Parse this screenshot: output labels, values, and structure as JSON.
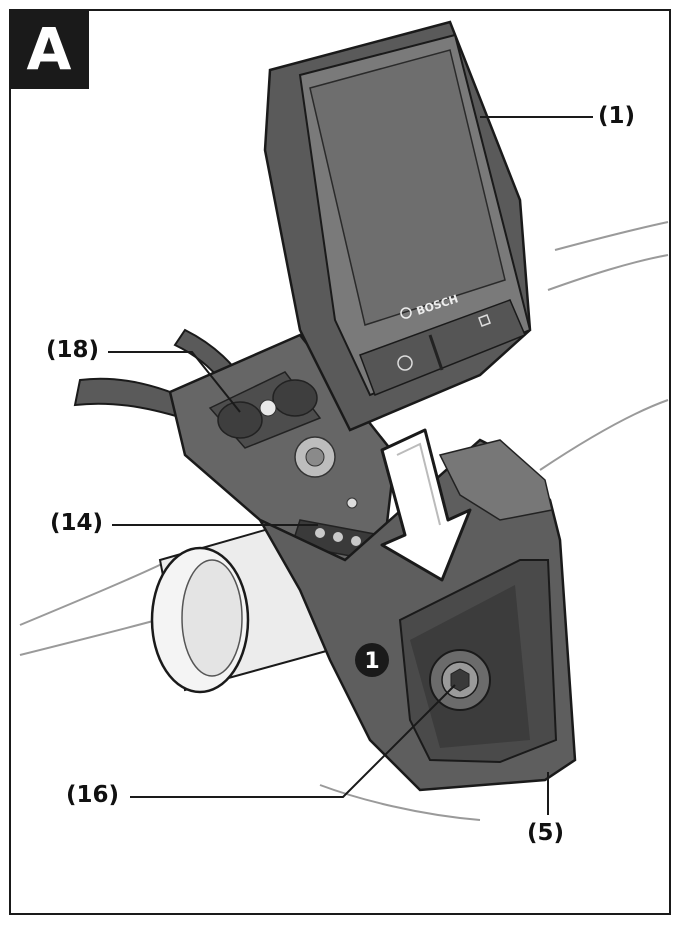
{
  "panel": {
    "letter": "A"
  },
  "display": {
    "brand": "BOSCH"
  },
  "step_marker": {
    "number": "1"
  },
  "callouts": [
    {
      "id": "display",
      "label": "(1)"
    },
    {
      "id": "contacts-top",
      "label": "(18)"
    },
    {
      "id": "contacts-side",
      "label": "(14)"
    },
    {
      "id": "screw",
      "label": "(16)"
    },
    {
      "id": "holder",
      "label": "(5)"
    }
  ],
  "colors": {
    "device_body": "#6b6b6b",
    "device_dark": "#4a4a4a",
    "screen": "#7a7a7a",
    "outline": "#1a1a1a",
    "background": "#ffffff"
  }
}
